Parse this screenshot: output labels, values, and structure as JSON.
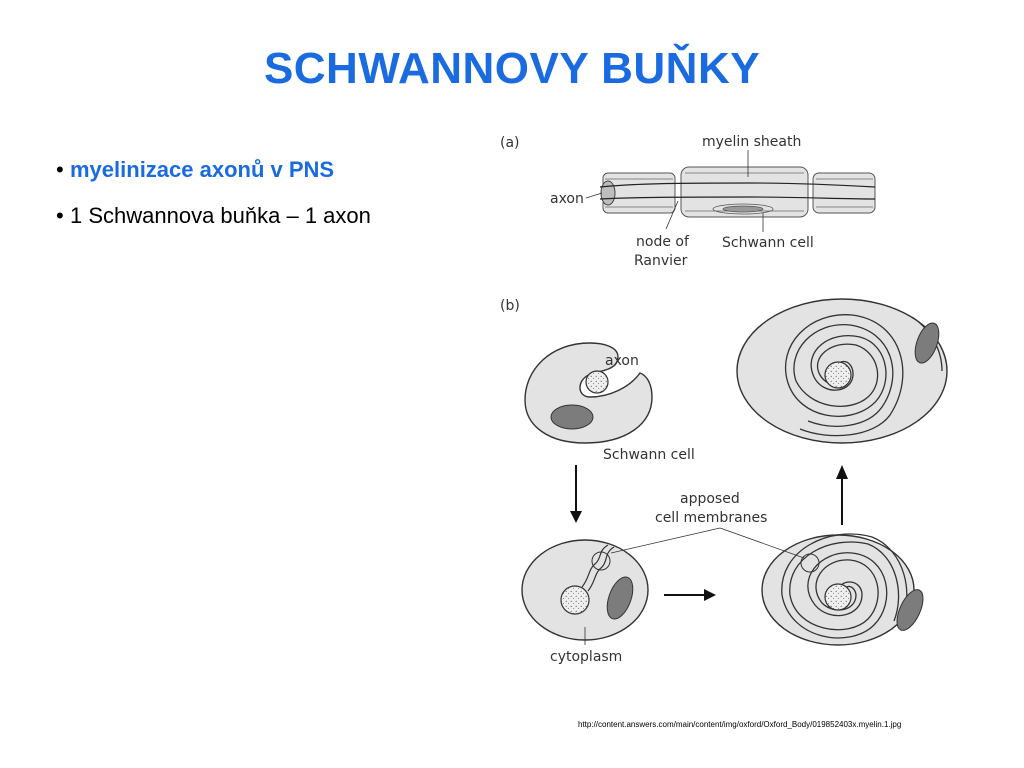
{
  "title": "SCHWANNOVY BUŇKY",
  "bullets": [
    {
      "marker": "•",
      "text": "myelinizace axonů v PNS",
      "color": "#1a6ae0"
    },
    {
      "marker": "•",
      "text": "1 Schwannova buňka – 1 axon",
      "color": "#000000"
    }
  ],
  "diagram": {
    "panel_a": {
      "tag": "(a)",
      "labels": {
        "myelin_sheath": "myelin sheath",
        "axon": "axon",
        "node_line1": "node of",
        "node_line2": "Ranvier",
        "schwann_cell": "Schwann cell"
      }
    },
    "panel_b": {
      "tag": "(b)",
      "labels": {
        "axon": "axon",
        "schwann_cell": "Schwann cell",
        "apposed_line1": "apposed",
        "apposed_line2": "cell membranes",
        "cytoplasm": "cytoplasm"
      }
    }
  },
  "source_url": "http://content.answers.com/main/content/img/oxford/Oxford_Body/019852403x.myelin.1.jpg"
}
